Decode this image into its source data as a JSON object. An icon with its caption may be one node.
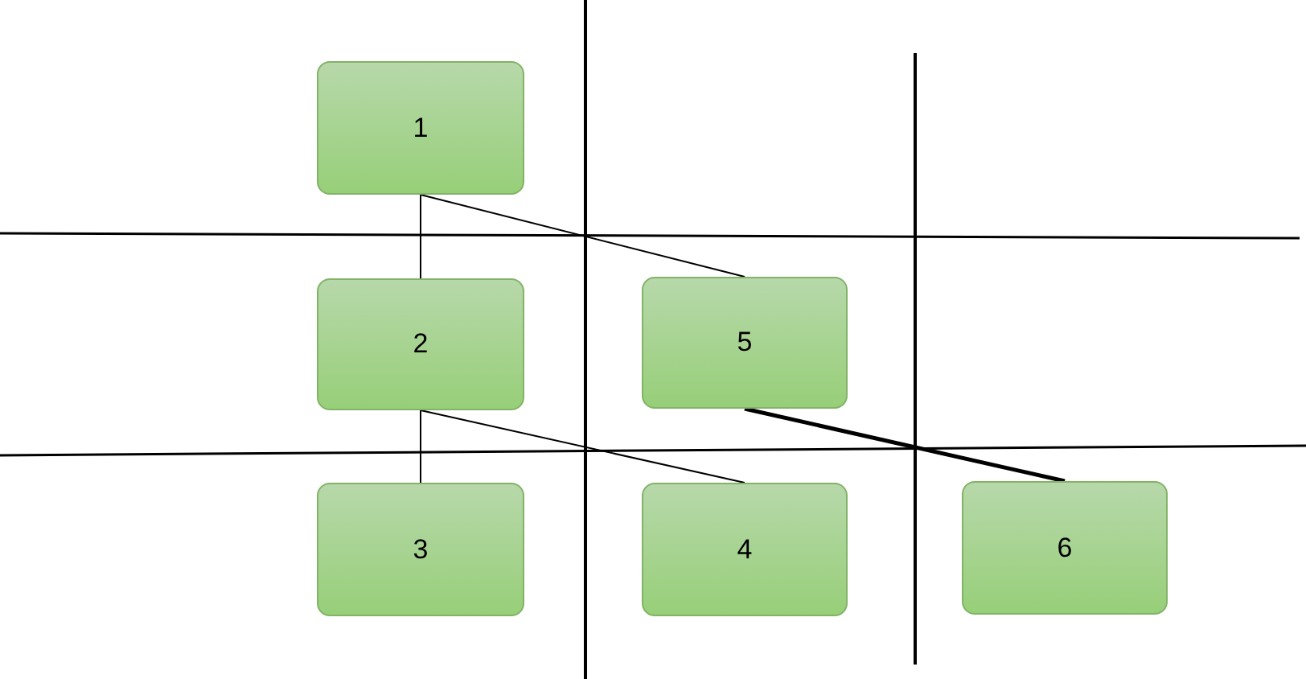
{
  "diagram": {
    "nodes": [
      {
        "text": [
          "1"
        ]
      },
      {
        "text": [
          "2"
        ]
      },
      {
        "text": [
          "5"
        ]
      },
      {
        "text": [
          "3"
        ]
      },
      {
        "text": [
          "4"
        ]
      },
      {
        "text": [
          "6"
        ]
      }
    ],
    "edges": [
      {
        "from": 0,
        "to": 1,
        "arrow": "none"
      },
      {
        "from": 0,
        "to": 2,
        "arrow": "none"
      },
      {
        "from": 1,
        "to": 3,
        "arrow": "none"
      },
      {
        "from": 1,
        "to": 4,
        "arrow": "none"
      },
      {
        "from": 2,
        "to": 5,
        "arrow": "none",
        "style": "thick"
      }
    ]
  }
}
